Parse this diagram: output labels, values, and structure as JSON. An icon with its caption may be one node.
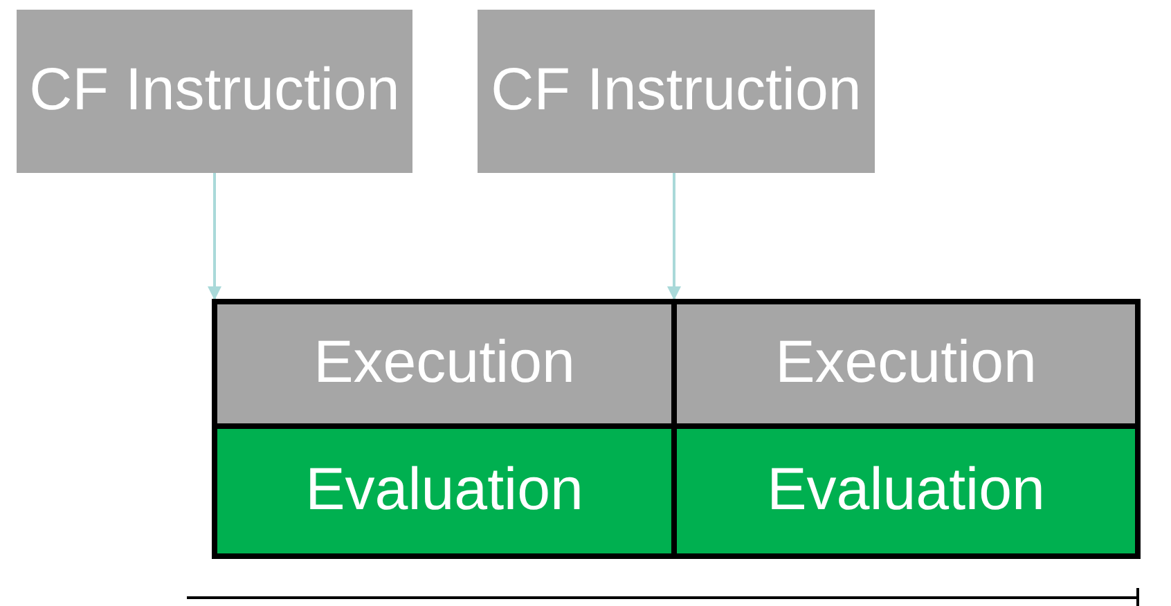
{
  "diagram": {
    "nodes": [
      {
        "text": [
          "CF Instruction"
        ]
      },
      {
        "text": [
          "CF Instruction"
        ]
      },
      {
        "text": [
          "Execution"
        ]
      },
      {
        "text": [
          "Execution"
        ]
      },
      {
        "text": [
          "Evaluation"
        ]
      },
      {
        "text": [
          "Evaluation"
        ]
      }
    ],
    "edges": [
      {
        "from": 0,
        "to": 2,
        "arrow": "to"
      },
      {
        "from": 1,
        "to": 3,
        "arrow": "to"
      }
    ]
  }
}
